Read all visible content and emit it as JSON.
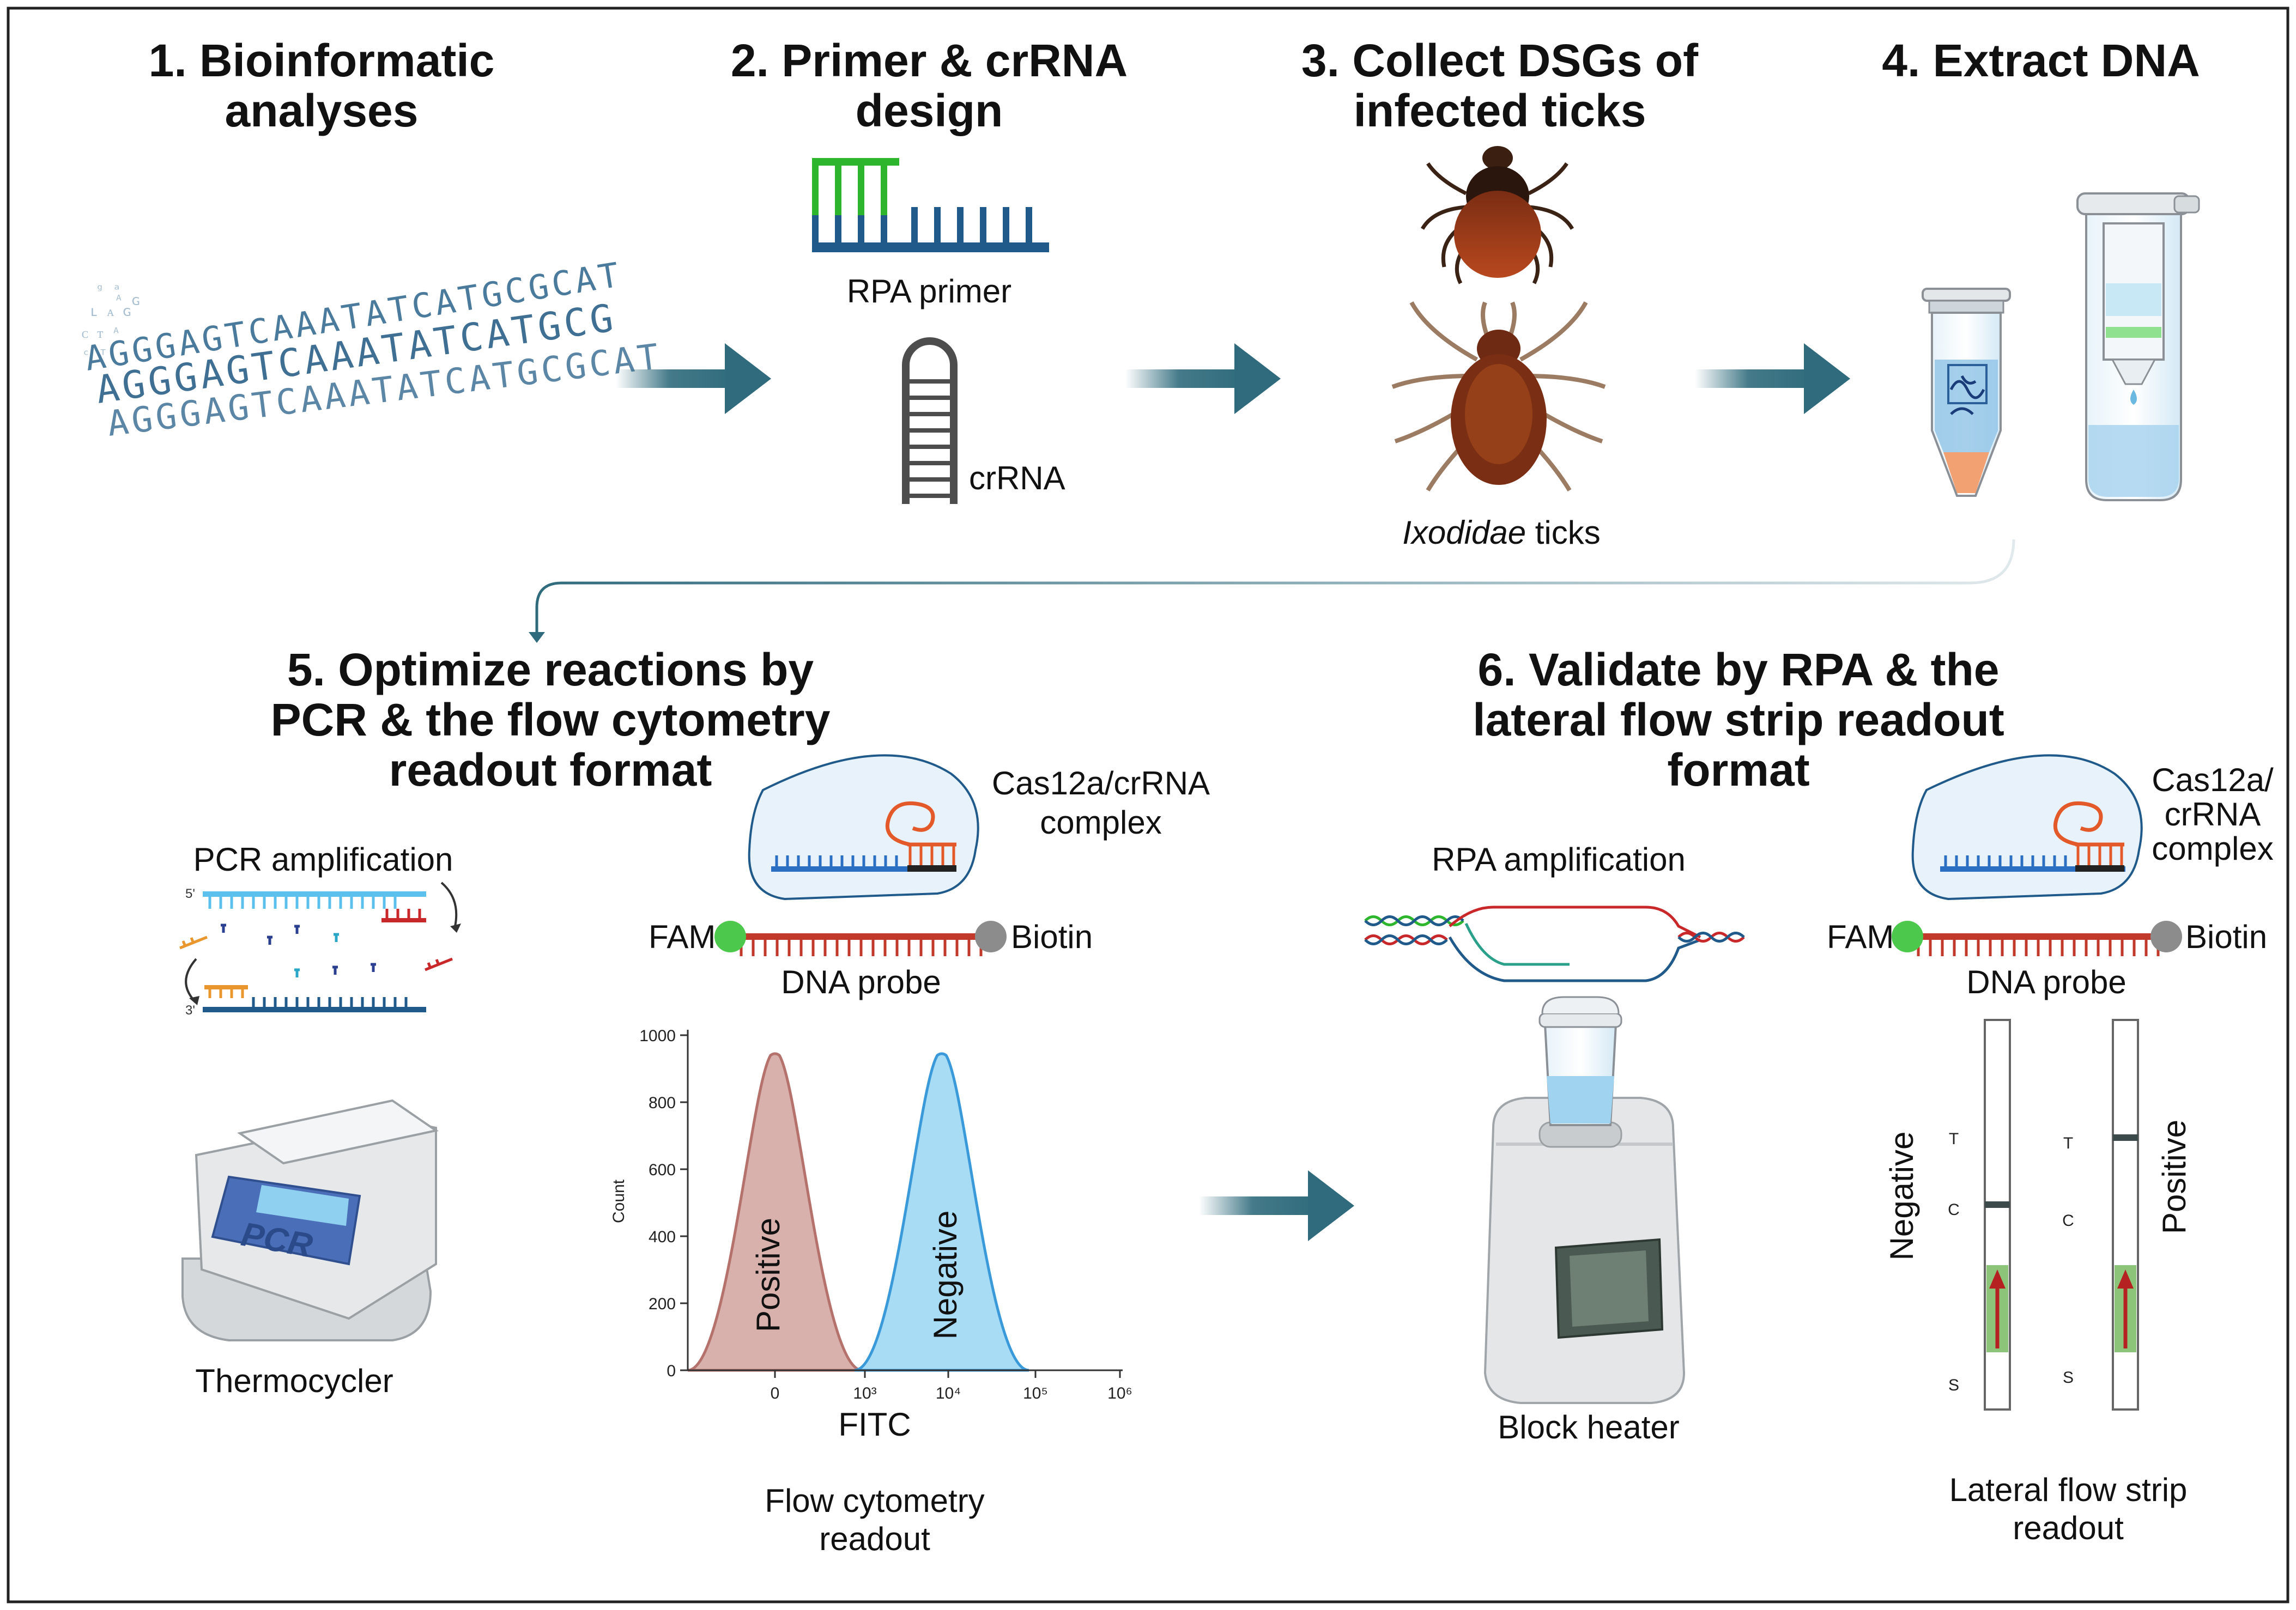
{
  "steps": {
    "s1": {
      "line1": "1.  Bioinformatic",
      "line2": "analyses"
    },
    "s2": {
      "line1": "2. Primer & crRNA",
      "line2": "design"
    },
    "s3": {
      "line1": "3. Collect DSGs of",
      "line2": "infected ticks"
    },
    "s4": {
      "line1": "4. Extract DNA"
    },
    "s5": {
      "line1": "5. Optimize reactions by",
      "line2": "PCR &  the flow cytometry",
      "line3": "readout format"
    },
    "s6": {
      "line1": "6. Validate by RPA & the",
      "line2": "lateral flow strip readout",
      "line3": "format"
    }
  },
  "labels": {
    "rpa_primer": "RPA primer",
    "crrna": "crRNA",
    "ticks_italic": "Ixodidae",
    "ticks_rest": " ticks",
    "pcr_amplification": "PCR amplification",
    "pcr_screen": "PCR",
    "thermocycler": "Thermocycler",
    "cas_complex_line1": "Cas12a/crRNA",
    "cas_complex_line2": "complex",
    "fam": "FAM",
    "biotin": "Biotin",
    "dna_probe": "DNA probe",
    "flow_readout_line1": "Flow cytometry",
    "flow_readout_line2": "readout",
    "rpa_amplification": "RPA amplification",
    "block_heater": "Block heater",
    "cas_complex_b_line1": "Cas12a/",
    "cas_complex_b_line2": "crRNA",
    "cas_complex_b_line3": "complex",
    "fam_b": "FAM",
    "biotin_b": "Biotin",
    "dna_probe_b": "DNA probe",
    "negative": "Negative",
    "positive": "Positive",
    "strip_t": "T",
    "strip_c": "C",
    "strip_s": "S",
    "lfs_line1": "Lateral flow strip",
    "lfs_line2": "readout",
    "pcr_5prime": "5'",
    "pcr_3prime": "3'"
  },
  "sequences": [
    "AGGGAGTCAAATATCATGCGCAT",
    "AGGGAGTCAAATATCATGCG",
    "AGGGAGTCAAATATCATGCGCAT"
  ],
  "colors": {
    "arrow": "#2f6b7c",
    "dna_dark": "#1f5a8a",
    "primer_green": "#2db52d",
    "probe_red": "#c0392b",
    "fam_green": "#4cc94c",
    "biotin_gray": "#8c8c8c",
    "positive_fill": "#d8b1ad",
    "positive_line": "#b5726c",
    "negative_fill": "#a8dcf5",
    "negative_line": "#3a9ad9",
    "strip_pad": "#8cc47a",
    "strip_arrow": "#b52020"
  },
  "chart_data": {
    "type": "area",
    "xlabel": "FITC",
    "ylabel": "Count",
    "ylim": [
      0,
      1000
    ],
    "yticks": [
      "0",
      "200",
      "400",
      "600",
      "800",
      "1000"
    ],
    "xticks": [
      "0",
      "10³",
      "10⁴",
      "10⁵",
      "10⁶"
    ],
    "series": [
      {
        "name": "Positive",
        "peak_count": 940,
        "peak_x": "0"
      },
      {
        "name": "Negative",
        "peak_count": 940,
        "peak_x": "10⁴"
      }
    ]
  }
}
